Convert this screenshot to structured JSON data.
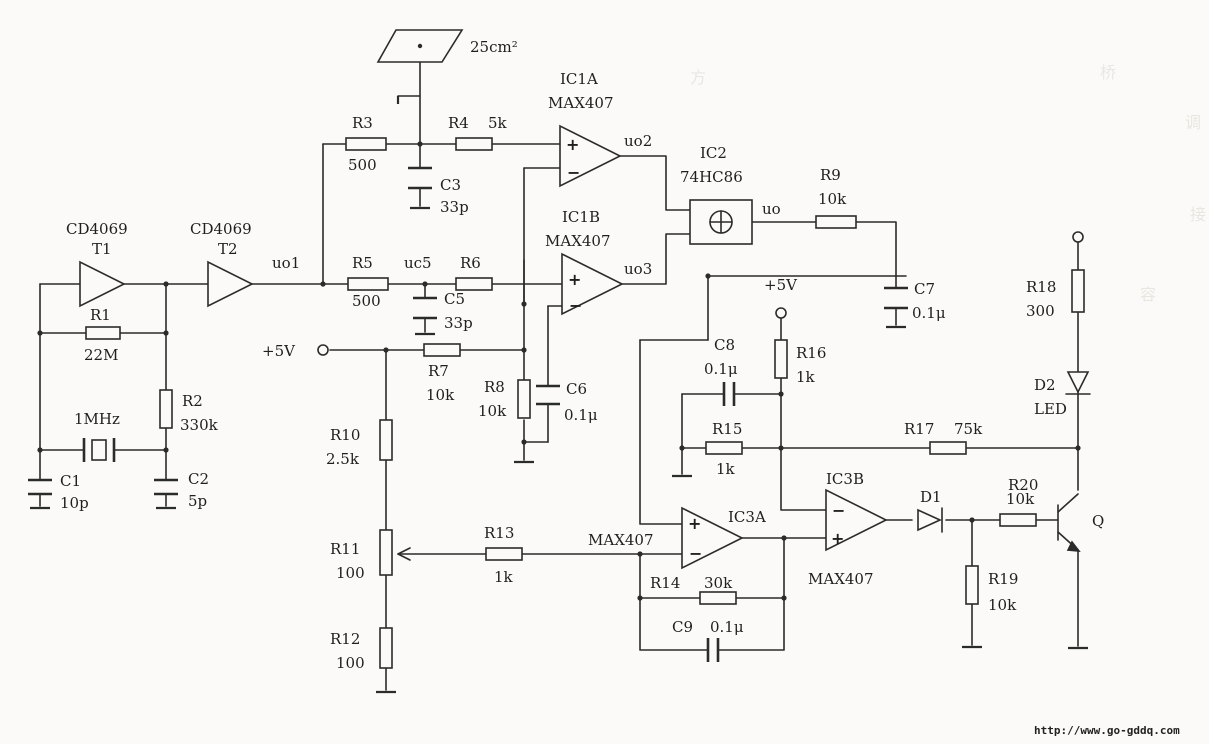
{
  "components": {
    "t1": {
      "model": "CD4069",
      "ref": "T1"
    },
    "t2": {
      "model": "CD4069",
      "ref": "T2"
    },
    "ic1a": {
      "ref": "IC1A",
      "model": "MAX407"
    },
    "ic1b": {
      "ref": "IC1B",
      "model": "MAX407"
    },
    "ic2": {
      "ref": "IC2",
      "model": "74HC86"
    },
    "ic3a": {
      "ref": "IC3A",
      "model": "MAX407"
    },
    "ic3b": {
      "ref": "IC3B",
      "model": "MAX407"
    },
    "r1": {
      "ref": "R1",
      "value": "22M"
    },
    "r2": {
      "ref": "R2",
      "value": "330k"
    },
    "r3": {
      "ref": "R3",
      "value": "500"
    },
    "r4": {
      "ref": "R4",
      "value": "5k"
    },
    "r5": {
      "ref": "R5",
      "value": "500"
    },
    "r6": {
      "ref": "R6"
    },
    "r7": {
      "ref": "R7",
      "value": "10k"
    },
    "r8": {
      "ref": "R8",
      "value": "10k"
    },
    "r9": {
      "ref": "R9",
      "value": "10k"
    },
    "r10": {
      "ref": "R10",
      "value": "2.5k"
    },
    "r11": {
      "ref": "R11",
      "value": "100"
    },
    "r12": {
      "ref": "R12",
      "value": "100"
    },
    "r13": {
      "ref": "R13",
      "value": "1k"
    },
    "r14": {
      "ref": "R14",
      "value": "30k"
    },
    "r15": {
      "ref": "R15",
      "value": "1k"
    },
    "r16": {
      "ref": "R16",
      "value": "1k"
    },
    "r17": {
      "ref": "R17",
      "value": "75k"
    },
    "r18": {
      "ref": "R18",
      "value": "300"
    },
    "r19": {
      "ref": "R19",
      "value": "10k"
    },
    "r20": {
      "ref": "R20",
      "value": "10k"
    },
    "c1": {
      "ref": "C1",
      "value": "10p"
    },
    "c2": {
      "ref": "C2",
      "value": "5p"
    },
    "c3": {
      "ref": "C3",
      "value": "33p"
    },
    "c5": {
      "ref": "C5",
      "value": "33p"
    },
    "c6": {
      "ref": "C6",
      "value": "0.1μ"
    },
    "c7": {
      "ref": "C7",
      "value": "0.1μ"
    },
    "c8": {
      "ref": "C8",
      "value": "0.1μ"
    },
    "c9": {
      "ref": "C9",
      "value": "0.1μ"
    },
    "crystal": {
      "value": "1MHz"
    },
    "plate": {
      "value": "25cm²"
    },
    "d1": {
      "ref": "D1"
    },
    "d2": {
      "ref": "D2",
      "type": "LED"
    },
    "q": {
      "ref": "Q"
    }
  },
  "nets": {
    "uo1": "uo1",
    "uc5": "uc5",
    "uo2": "uo2",
    "uo3": "uo3",
    "uo": "uo",
    "vcc1": "+5V",
    "vcc2": "+5V"
  },
  "ic3a_side_label": "MAX407",
  "footer_url": "http://www.go-gddq.com"
}
